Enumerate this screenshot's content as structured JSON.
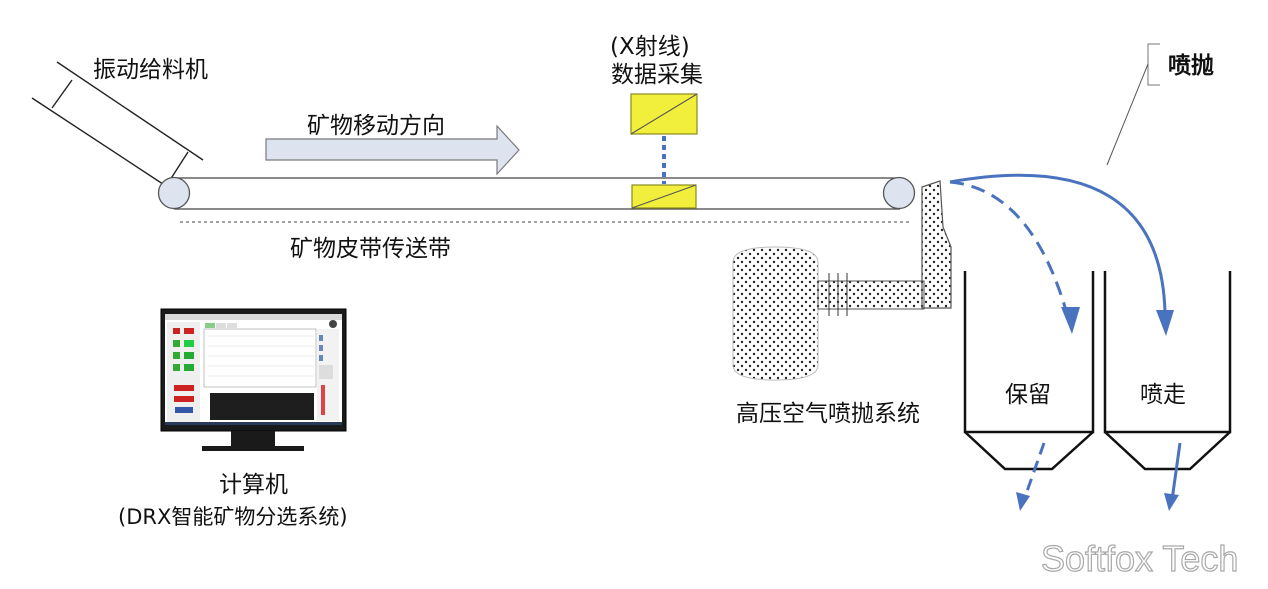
{
  "labels": {
    "feeder": "振动给料机",
    "move_direction": "矿物移动方向",
    "xray_line1": "(X射线)",
    "xray_line2": "数据采集",
    "belt": "矿物皮带传送带",
    "spray_label": "喷抛",
    "air_system": "高压空气喷抛系统",
    "bin_keep": "保留",
    "bin_eject": "喷走",
    "computer_line1": "计算机",
    "computer_line2": "(DRX智能矿物分选系统)"
  },
  "watermark": "Softfox Tech",
  "colors": {
    "arrow_blue": "#4a73bf",
    "sensor_yellow": "#f2ee3c",
    "sensor_border": "#8a8a20",
    "gray_arrow_fill": "#dde3ef",
    "line": "#222222"
  }
}
